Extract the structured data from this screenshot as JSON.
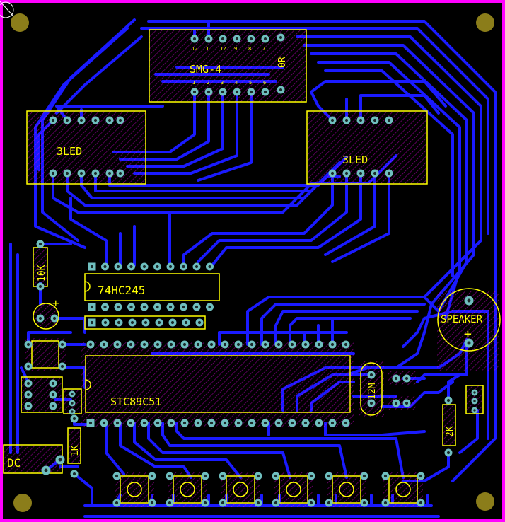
{
  "board": {
    "colors": {
      "background": "#000000",
      "outline": "#ff00ff",
      "trace": "#1a1aff",
      "silk": "#ffff00",
      "pad_copper": "#6fbfbf",
      "pad_hatch": "#ff00ff",
      "mount_hole": "#8b7d1a"
    }
  },
  "labels": {
    "smg": "SMG-4",
    "smg_resistor": "0R",
    "led_left": "3LED",
    "led_right": "3LED",
    "buffer": "74HC245",
    "mcu": "STC89C51",
    "speaker": "SPEAKER",
    "speaker_plus": "+",
    "res_10k": "10K",
    "res_1k": "1K",
    "res_2k": "2K",
    "crystal": "12M",
    "cap_plus": "+",
    "dc_jack": "DC",
    "smg_pins_top": [
      "12",
      "1",
      "12",
      "9",
      "8",
      "7"
    ],
    "smg_pins_bottom": [
      "1",
      "2",
      "3",
      "4",
      "5",
      "6"
    ]
  }
}
